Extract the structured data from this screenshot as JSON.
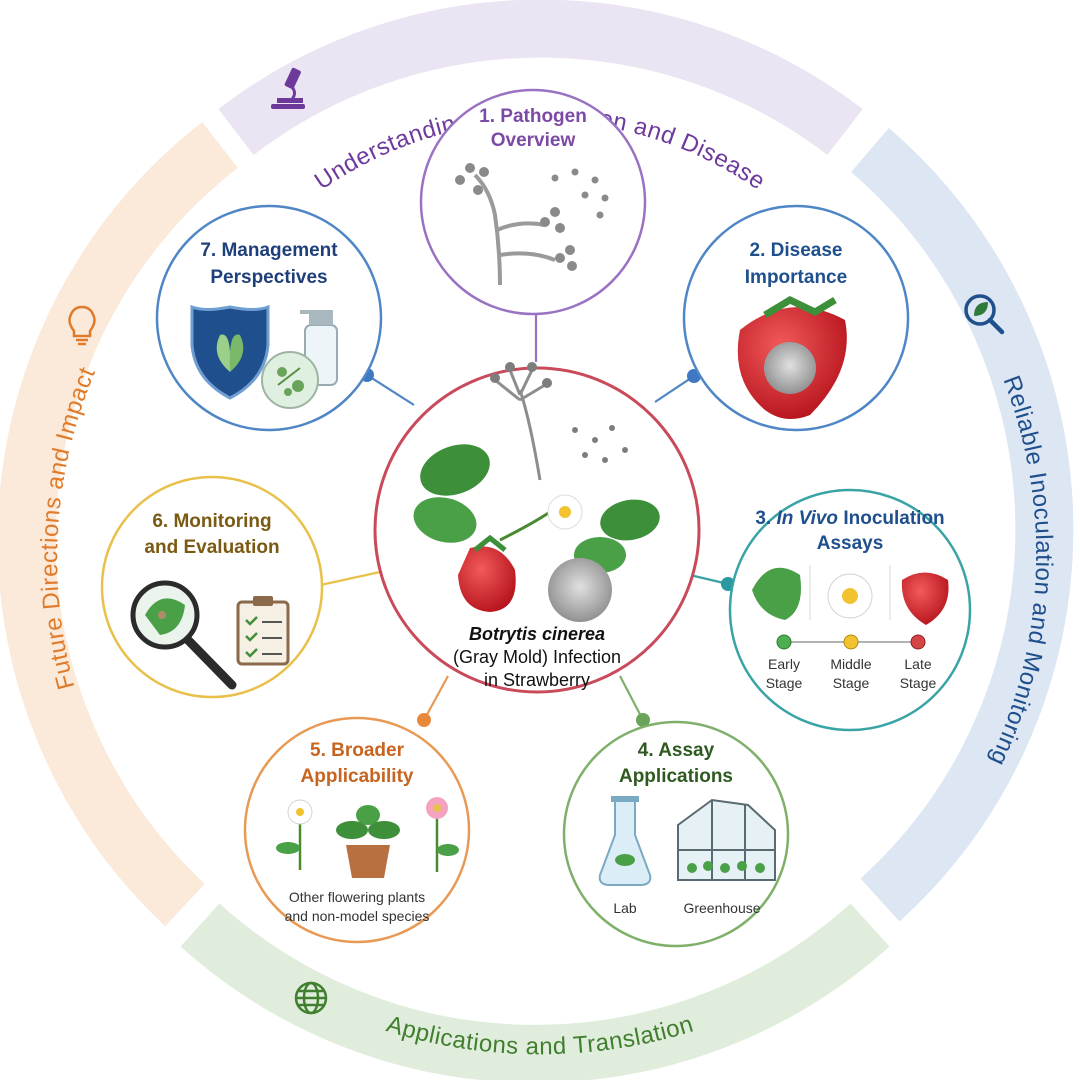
{
  "ring": {
    "top": {
      "label": "Understanding the Pathogen and Disease",
      "color": "#6d3a9c",
      "icon": "microscope-icon"
    },
    "right": {
      "label": "Reliable Inoculation and Monitoring",
      "color": "#1f4f8c",
      "icon": "magnify-leaf-icon"
    },
    "bottom": {
      "label": "Applications and Translation",
      "color": "#3f7f2f",
      "icon": "globe-icon"
    },
    "left": {
      "label": "Future Directions and Impact",
      "color": "#e07b2a",
      "icon": "lightbulb-icon"
    }
  },
  "center": {
    "line1": "Botrytis cinerea",
    "line2": "(Gray Mold) Infection",
    "line3": "in Strawberry",
    "border_color": "#c94a5a"
  },
  "nodes": {
    "n1": {
      "title_a": "1. Pathogen",
      "title_b": "Overview",
      "color": "#7b4aa6",
      "border": "#9a72c2"
    },
    "n2": {
      "title_a": "2. Disease",
      "title_b": "Importance",
      "color": "#1f4f8c",
      "border": "#4f86c6"
    },
    "n3": {
      "title_num": "3. ",
      "title_it": "In Vivo",
      "title_rest": " Inoculation",
      "title_b": "Assays",
      "color": "#1f4f8c",
      "border": "#3aa3a6",
      "stages": [
        {
          "label_a": "Early",
          "label_b": "Stage",
          "color": "#4caf50"
        },
        {
          "label_a": "Middle",
          "label_b": "Stage",
          "color": "#f2c230"
        },
        {
          "label_a": "Late",
          "label_b": "Stage",
          "color": "#d64545"
        }
      ]
    },
    "n4": {
      "title_a": "4. Assay",
      "title_b": "Applications",
      "color": "#2e5a1f",
      "border": "#7fb06a",
      "lab": "Lab",
      "greenhouse": "Greenhouse"
    },
    "n5": {
      "title_a": "5. Broader",
      "title_b": "Applicability",
      "color": "#c8641f",
      "border": "#e89a55",
      "caption_a": "Other flowering plants",
      "caption_b": "and non-model species"
    },
    "n6": {
      "title_a": "6. Monitoring",
      "title_b": "and Evaluation",
      "color": "#7a5a12",
      "border": "#e8c04a"
    },
    "n7": {
      "title_a": "7. Management",
      "title_b": "Perspectives",
      "color": "#1f3f7a",
      "border": "#4f86c6"
    }
  }
}
